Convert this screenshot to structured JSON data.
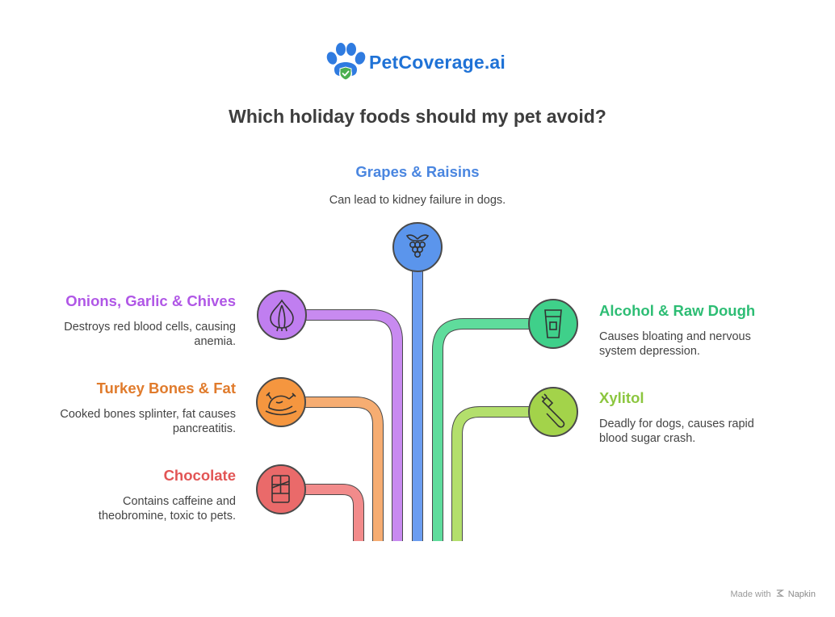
{
  "brand": {
    "name": "PetCoverage.ai"
  },
  "title": "Which holiday foods should my pet avoid?",
  "items": {
    "grapes": {
      "label": "Grapes & Raisins",
      "desc": "Can lead to kidney failure in dogs.",
      "color": "#4a86e0",
      "icon": "grapes-icon"
    },
    "onions": {
      "label": "Onions, Garlic & Chives",
      "desc_line1": "Destroys red blood cells, causing",
      "desc_line2": "anemia.",
      "color": "#b057e6",
      "icon": "garlic-icon"
    },
    "turkey": {
      "label": "Turkey Bones & Fat",
      "desc_line1": "Cooked bones splinter, fat causes",
      "desc_line2": "pancreatitis.",
      "color": "#e07b2c",
      "icon": "roast-turkey-icon"
    },
    "chocolate": {
      "label": "Chocolate",
      "desc_line1": "Contains caffeine and",
      "desc_line2": "theobromine, toxic to pets.",
      "color": "#e25555",
      "icon": "chocolate-bar-icon"
    },
    "alcohol": {
      "label": "Alcohol & Raw Dough",
      "desc_line1": "Causes bloating and nervous",
      "desc_line2": "system depression.",
      "color": "#2dbd74",
      "icon": "glass-icon"
    },
    "xylitol": {
      "label": "Xylitol",
      "desc_line1": "Deadly for dogs, causes rapid",
      "desc_line2": "blood sugar crash.",
      "color": "#8cc63f",
      "icon": "toothbrush-icon"
    }
  },
  "footer": {
    "made_with": "Made with",
    "brand": "Napkin"
  }
}
